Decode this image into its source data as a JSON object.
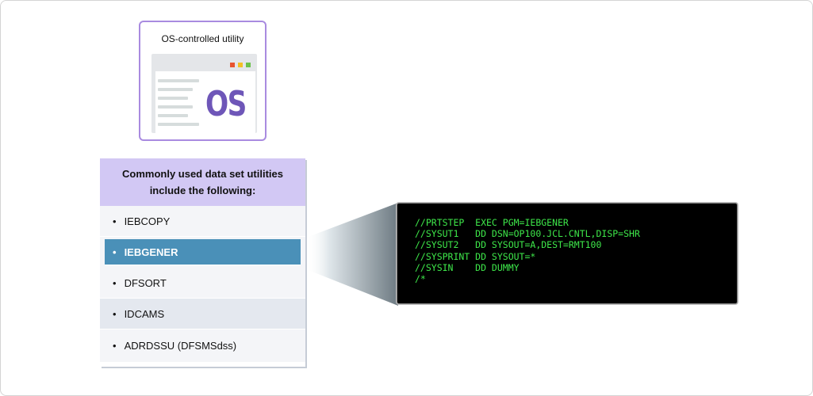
{
  "os_card": {
    "title": "OS-controlled utility",
    "logo": "OS",
    "window_dots": [
      "#e8542f",
      "#f2c024",
      "#6cc24a"
    ]
  },
  "utilities": {
    "header_line1": "Commonly used data set utilities",
    "header_line2": "include the following:",
    "bullet": "•",
    "items": [
      {
        "label": "IEBCOPY",
        "selected": false
      },
      {
        "label": "IEBGENER",
        "selected": true
      },
      {
        "label": "DFSORT",
        "selected": false
      },
      {
        "label": "IDCAMS",
        "selected": false
      },
      {
        "label": "ADRDSSU (DFSMSdss)",
        "selected": false
      }
    ]
  },
  "code": {
    "lines": [
      "//PRTSTEP  EXEC PGM=IEBGENER",
      "//SYSUT1   DD DSN=OP100.JCL.CNTL,DISP=SHR",
      "//SYSUT2   DD SYSOUT=A,DEST=RMT100",
      "//SYSPRINT DD SYSOUT=*",
      "//SYSIN    DD DUMMY",
      "/*"
    ]
  },
  "colors": {
    "card_border": "#a98be0",
    "header_bg": "#d2c8f4",
    "selected_bg": "#4a90b8",
    "code_text": "#3ee84a"
  }
}
